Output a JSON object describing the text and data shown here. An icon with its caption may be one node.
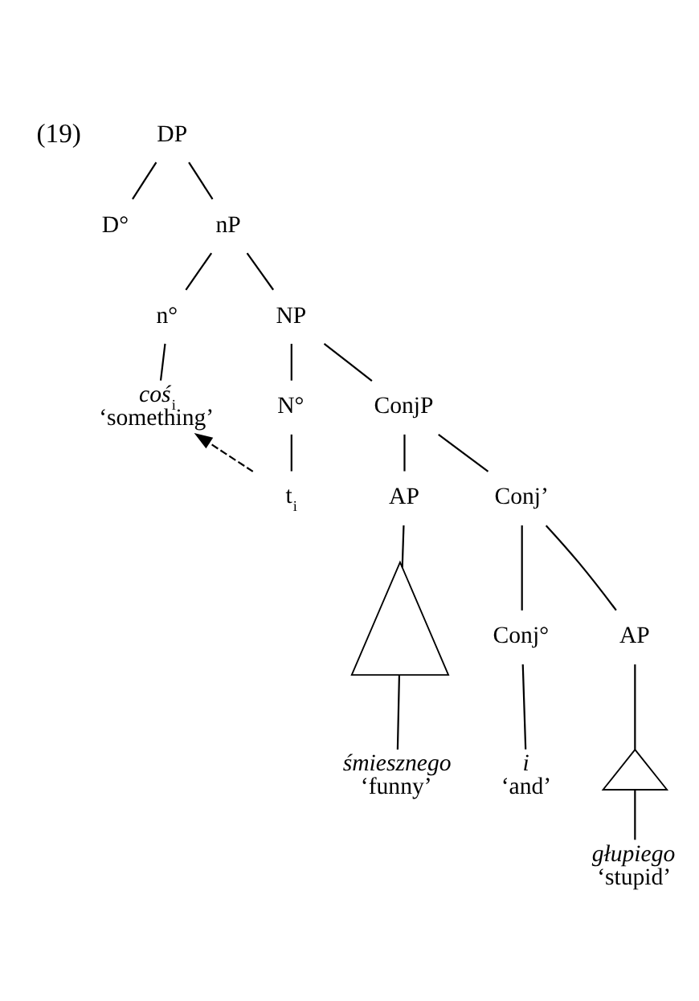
{
  "diagram": {
    "nodes": [
      {
        "text": [
          "DP"
        ]
      },
      {
        "text": [
          "D°"
        ]
      },
      {
        "text": [
          "nP"
        ]
      },
      {
        "text": [
          "n°"
        ]
      },
      {
        "text": [
          "NP"
        ]
      },
      {
        "text": [
          "*coś*$_{i}$",
          "‘something’"
        ]
      },
      {
        "text": [
          "ConjP"
        ]
      },
      {
        "text": [
          "N°"
        ]
      },
      {
        "text": [
          "AP"
        ]
      },
      {
        "text": [
          "Conj’"
        ]
      },
      {
        "text": [],
        "shape": "triangle"
      },
      {
        "text": [
          "Conj°"
        ]
      },
      {
        "text": [
          "AP"
        ]
      },
      {
        "text": [
          "t$_{i}$"
        ]
      },
      {
        "text": [],
        "shape": "triangle"
      },
      {
        "text": [
          "śmiesznego",
          "‘funny’"
        ]
      },
      {
        "text": [
          "i",
          "‘and’"
        ]
      },
      {
        "text": [
          "głupiego",
          "‘stupid’"
        ]
      }
    ],
    "edges": [
      {
        "from": 0,
        "to": 1,
        "arrow": "none"
      },
      {
        "from": 0,
        "to": 2,
        "arrow": "none"
      },
      {
        "from": 2,
        "to": 3,
        "arrow": "none"
      },
      {
        "from": 2,
        "to": 4,
        "arrow": "none"
      },
      {
        "from": 3,
        "to": 5,
        "arrow": "none"
      },
      {
        "from": 4,
        "to": 6,
        "arrow": "none"
      },
      {
        "from": 4,
        "to": 7,
        "arrow": "none"
      },
      {
        "from": 6,
        "to": 8,
        "arrow": "none"
      },
      {
        "from": 6,
        "to": 9,
        "arrow": "none"
      },
      {
        "from": 8,
        "to": 10,
        "arrow": "none"
      },
      {
        "from": 9,
        "to": 11,
        "arrow": "none"
      },
      {
        "from": 9,
        "to": 12,
        "arrow": "none"
      },
      {
        "from": 7,
        "to": 13,
        "arrow": "none"
      },
      {
        "from": 10,
        "to": 15,
        "arrow": "none"
      },
      {
        "from": 11,
        "to": 16,
        "arrow": "none"
      },
      {
        "from": 12,
        "to": 14,
        "arrow": "none"
      },
      {
        "from": 14,
        "to": 17,
        "arrow": "none"
      },
      {
        "from": 13,
        "to": 5,
        "arrow": "to",
        "style": "dashed"
      }
    ],
    "labels": [
      "(19)"
    ]
  }
}
